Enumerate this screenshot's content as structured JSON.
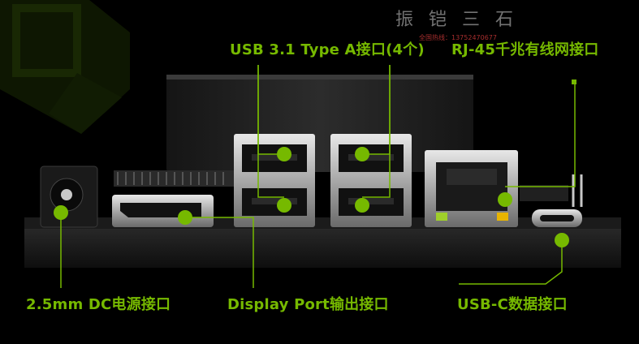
{
  "labels": {
    "usb3": "USB 3.1 Type A接口(4个)",
    "rj45": "RJ-45千兆有线网接口",
    "dc_power": "2.5mm DC电源接口",
    "display_port": "Display Port输出接口",
    "usb_c": "USB-C数据接口"
  },
  "watermark": {
    "text": "振 铠 三 石",
    "phone": "全国热线：13752470677"
  },
  "colors": {
    "accent": "#76b900",
    "background": "#000000"
  }
}
